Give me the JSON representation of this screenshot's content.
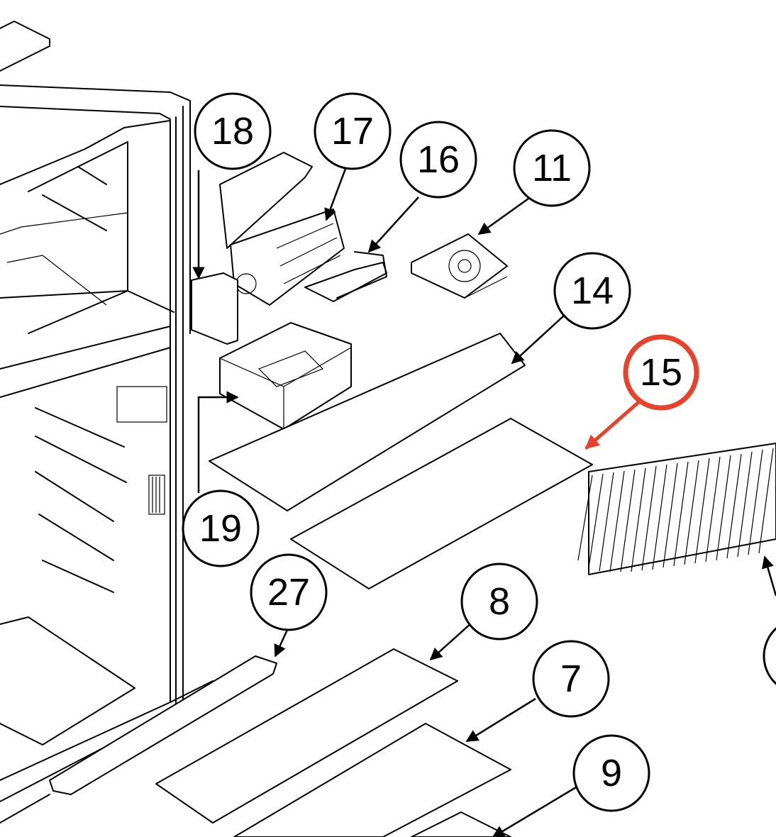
{
  "callouts": [
    {
      "id": "18",
      "label": "18"
    },
    {
      "id": "17",
      "label": "17"
    },
    {
      "id": "16",
      "label": "16"
    },
    {
      "id": "11",
      "label": "11"
    },
    {
      "id": "14",
      "label": "14"
    },
    {
      "id": "15",
      "label": "15",
      "highlight": true
    },
    {
      "id": "19",
      "label": "19"
    },
    {
      "id": "27",
      "label": "27"
    },
    {
      "id": "8",
      "label": "8"
    },
    {
      "id": "7",
      "label": "7"
    },
    {
      "id": "9",
      "label": "9"
    }
  ],
  "colors": {
    "line": "#000000",
    "background": "#ffffff",
    "highlight": "#e8412c"
  }
}
